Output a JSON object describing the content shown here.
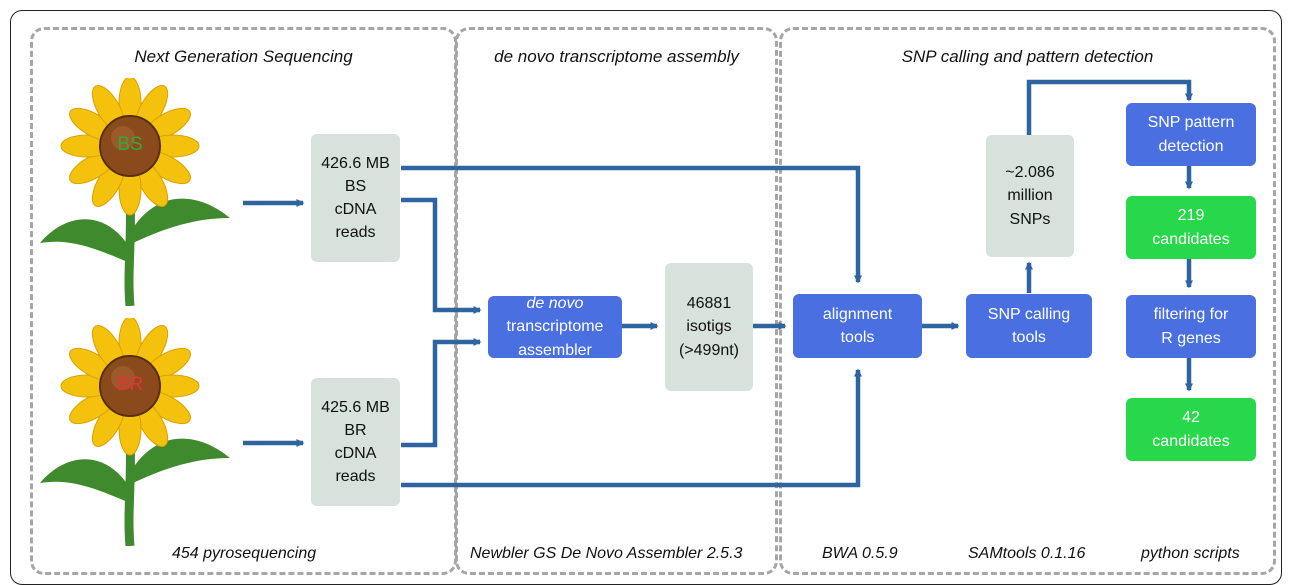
{
  "panels": {
    "ngs": {
      "title": "Next Generation Sequencing",
      "footer": "454 pyrosequencing"
    },
    "assembly": {
      "title": "de novo transcriptome assembly",
      "footer": "Newbler  GS De Novo Assembler 2.5.3"
    },
    "snp": {
      "title": "SNP calling and pattern detection",
      "footers": [
        "BWA 0.5.9",
        "SAMtools  0.1.16",
        "python scripts"
      ]
    }
  },
  "flowers": {
    "top_label": "BS",
    "bottom_label": "BR"
  },
  "nodes": {
    "bs_reads": [
      "426.6 MB",
      "BS",
      "cDNA",
      "reads"
    ],
    "br_reads": [
      "425.6 MB",
      "BR",
      "cDNA",
      "reads"
    ],
    "assembler": {
      "italic": "de novo",
      "lines": [
        "transcriptome",
        "assembler"
      ]
    },
    "isotigs": [
      "46881",
      "isotigs",
      "(>499nt)"
    ],
    "alignment": [
      "alignment",
      "tools"
    ],
    "snp_calling": [
      "SNP calling",
      "tools"
    ],
    "snps": [
      "~2.086",
      "million",
      "SNPs"
    ],
    "snp_pattern": [
      "SNP pattern",
      "detection"
    ],
    "cand219": [
      "219",
      "candidates"
    ],
    "filtering": [
      "filtering for",
      "R genes"
    ],
    "cand42": [
      "42",
      "candidates"
    ]
  },
  "colors": {
    "arrow": "#2e64a0",
    "process": "#4a6fe0",
    "data": "#d6e2db",
    "result": "#27d84a",
    "panel_border": "#a6a6a6",
    "petal": "#f4c20d",
    "center": "#8a4a1c",
    "stem": "#3f8a2c",
    "bs_text": "#2faa3a",
    "br_text": "#e8303c"
  }
}
